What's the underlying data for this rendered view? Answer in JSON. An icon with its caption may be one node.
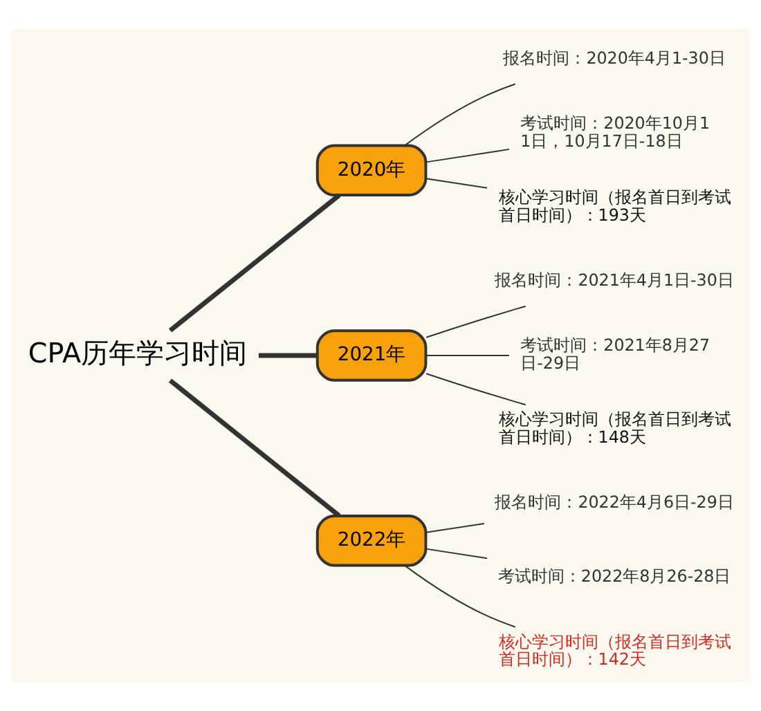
{
  "diagram": {
    "nodes": [
      {
        "text": [
          "CPA历年学习时间"
        ]
      },
      {
        "text": [
          "2020年"
        ]
      },
      {
        "text": [
          "报名时间：2020年4月1-30日"
        ]
      },
      {
        "text": [
          "考试时间：2020年10月11日，10月17日-18日"
        ]
      },
      {
        "text": [
          "核心学习时间（报名首日到考试首日时间）：193天"
        ]
      },
      {
        "text": [
          "2021年"
        ]
      },
      {
        "text": [
          "报名时间：2021年4月1日-30日"
        ]
      },
      {
        "text": [
          "考试时间：2021年8月27日-29日"
        ]
      },
      {
        "text": [
          "核心学习时间（报名首日到考试首日时间）：148天"
        ]
      },
      {
        "text": [
          "2022年"
        ]
      },
      {
        "text": [
          "报名时间：2022年4月6日-29日"
        ]
      },
      {
        "text": [
          "考试时间：2022年8月26-28日"
        ]
      },
      {
        "text": [
          "核心学习时间（报名首日到考试首日时间）：142天"
        ]
      }
    ],
    "edges": [
      {
        "from": 0,
        "to": 1,
        "arrow": "none",
        "style": "thick"
      },
      {
        "from": 0,
        "to": 5,
        "arrow": "none",
        "style": "thick"
      },
      {
        "from": 0,
        "to": 9,
        "arrow": "none",
        "style": "thick"
      },
      {
        "from": 1,
        "to": 2,
        "arrow": "none"
      },
      {
        "from": 1,
        "to": 3,
        "arrow": "none"
      },
      {
        "from": 1,
        "to": 4,
        "arrow": "none"
      },
      {
        "from": 5,
        "to": 6,
        "arrow": "none"
      },
      {
        "from": 5,
        "to": 7,
        "arrow": "none"
      },
      {
        "from": 5,
        "to": 8,
        "arrow": "none"
      },
      {
        "from": 9,
        "to": 10,
        "arrow": "none"
      },
      {
        "from": 9,
        "to": 11,
        "arrow": "none"
      },
      {
        "from": 9,
        "to": 12,
        "arrow": "none"
      }
    ]
  }
}
